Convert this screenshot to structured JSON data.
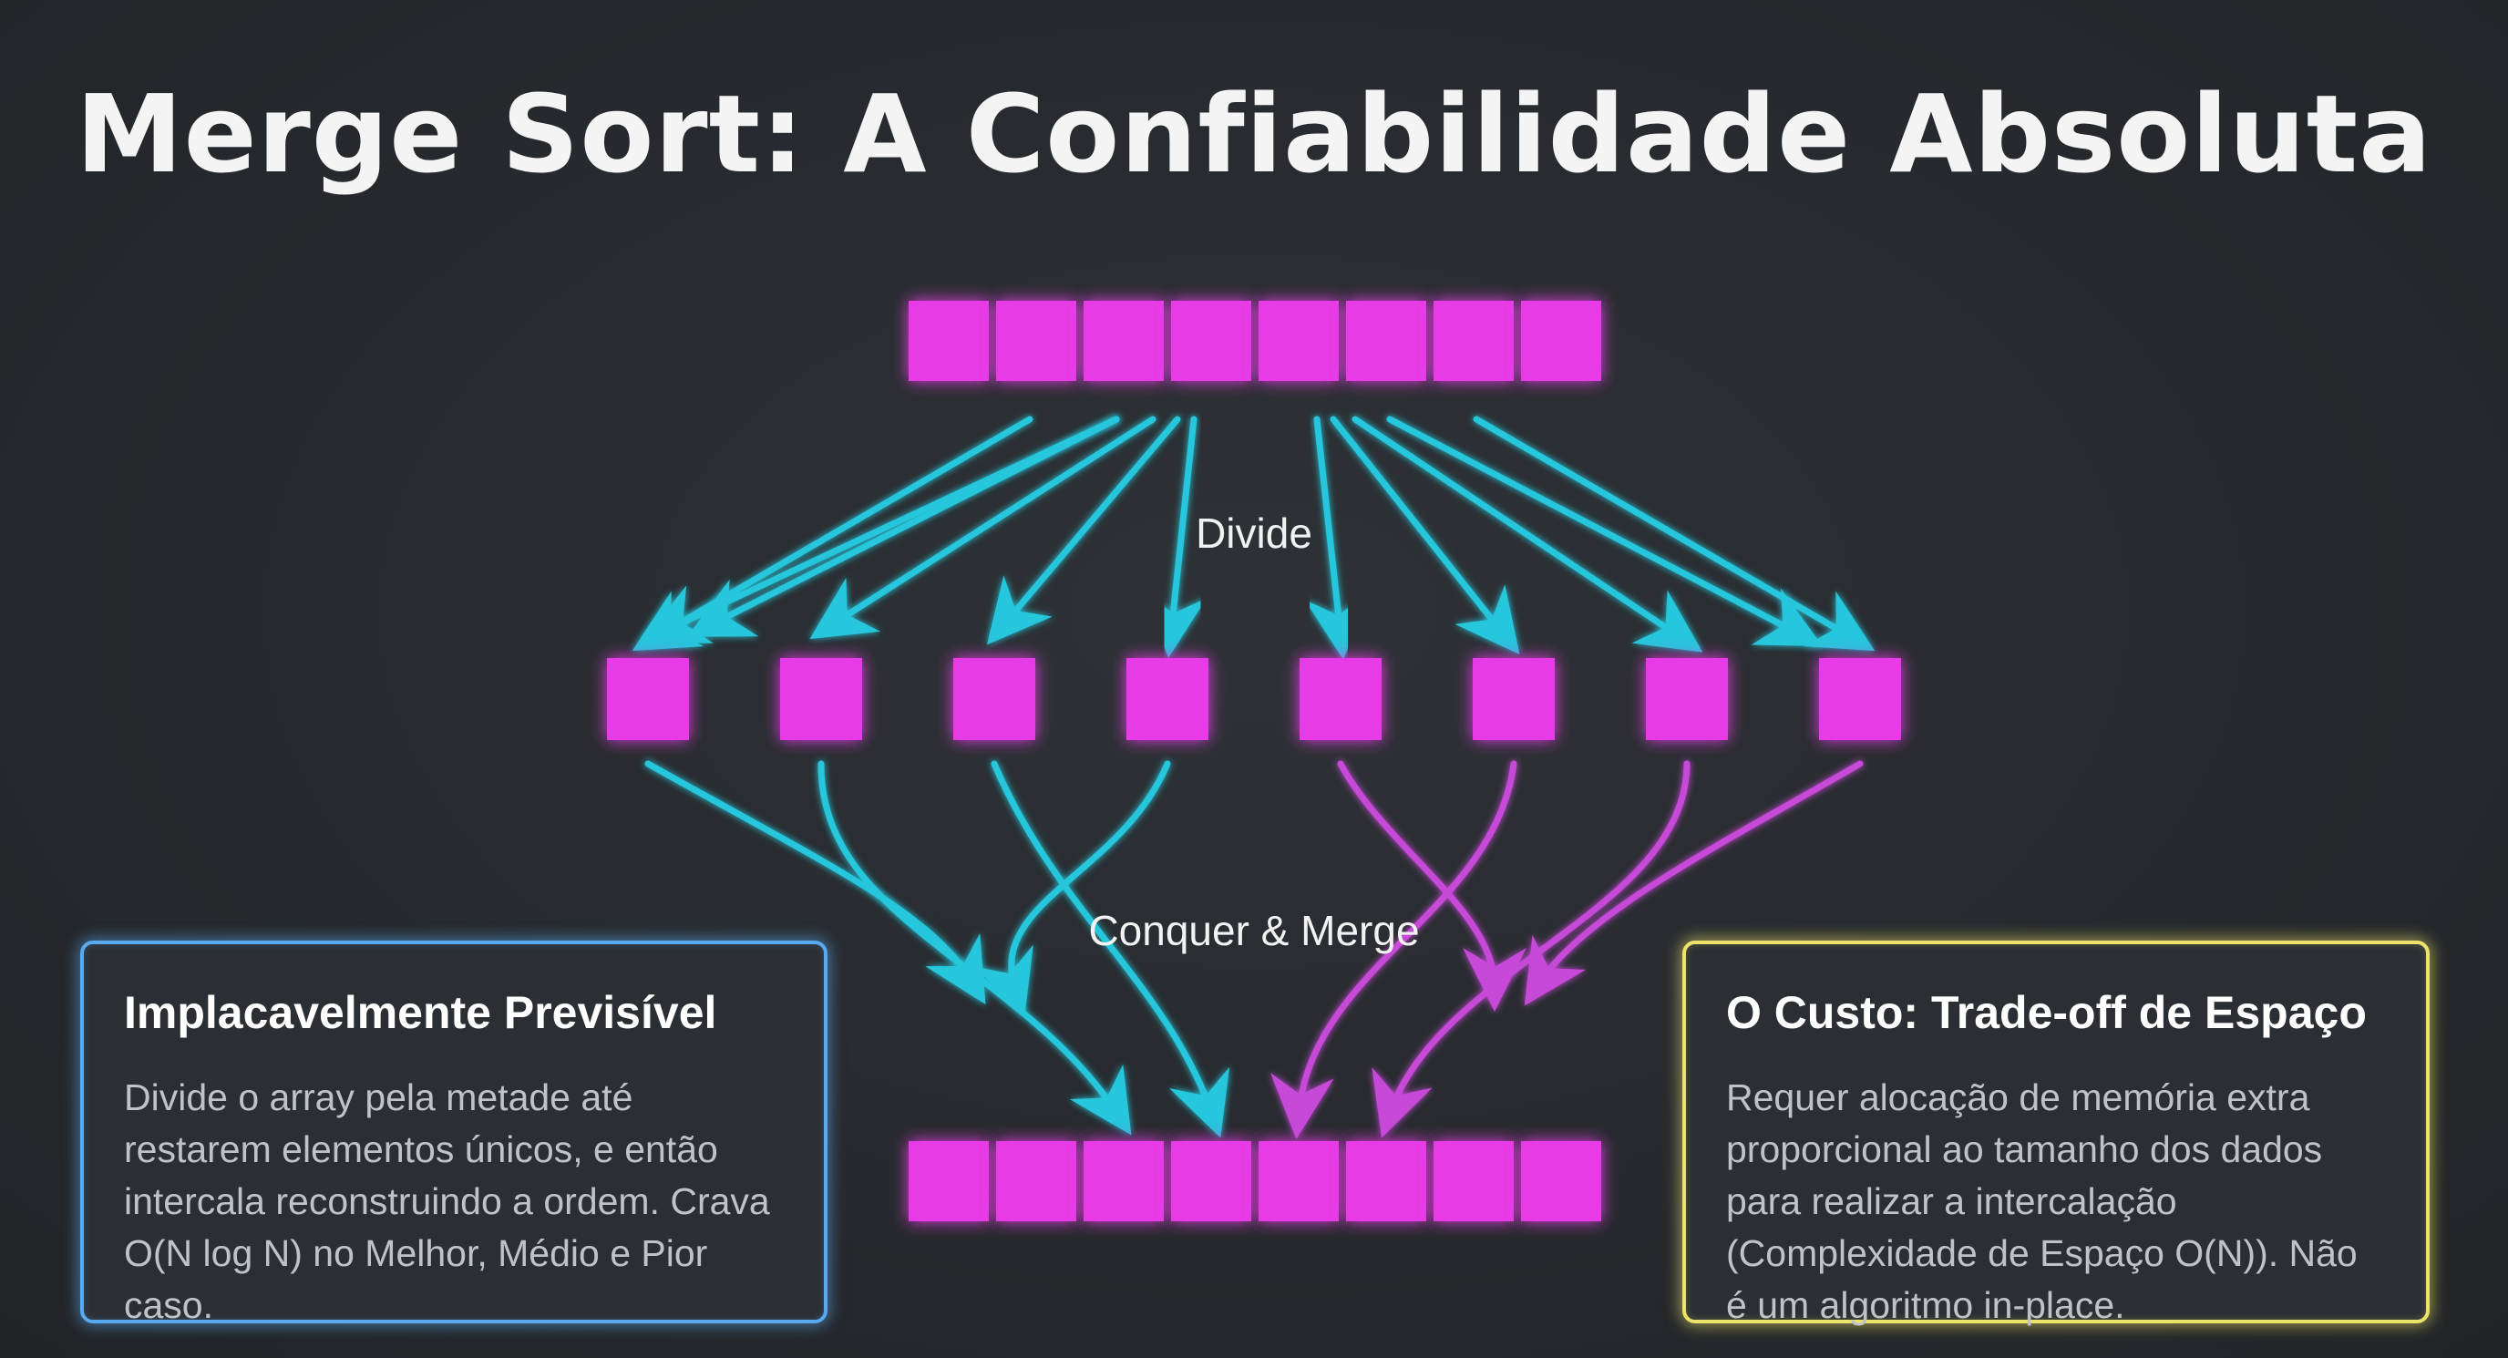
{
  "title": "Merge Sort: A Confiabilidade Absoluta",
  "diagram": {
    "divide_label": "Divide",
    "merge_label": "Conquer & Merge",
    "top_array_cells": 8,
    "single_elements": 8,
    "bottom_array_cells": 8,
    "colors": {
      "cell": "#e63be6",
      "cell_glow": "#ff5cff",
      "divide_arrow": "#28c6dc",
      "merge_arrow_left": "#28c6dc",
      "merge_arrow_right": "#c64ad8",
      "label_text": "#f2f2f2"
    }
  },
  "cards": {
    "left": {
      "title": "Implacavelmente Previsível",
      "body": "Divide o array pela metade até restarem elementos únicos, e então intercala reconstruindo a ordem. Crava O(N log N) no Melhor, Médio e Pior caso.",
      "border_color": "#58a9ee"
    },
    "right": {
      "title": "O Custo: Trade-off de Espaço",
      "body": "Requer alocação de memória extra proporcional ao tamanho dos dados para realizar a intercalação (Complexidade de Espaço O(N)). Não é um algoritmo in-place.",
      "border_color": "#ece46a"
    }
  }
}
